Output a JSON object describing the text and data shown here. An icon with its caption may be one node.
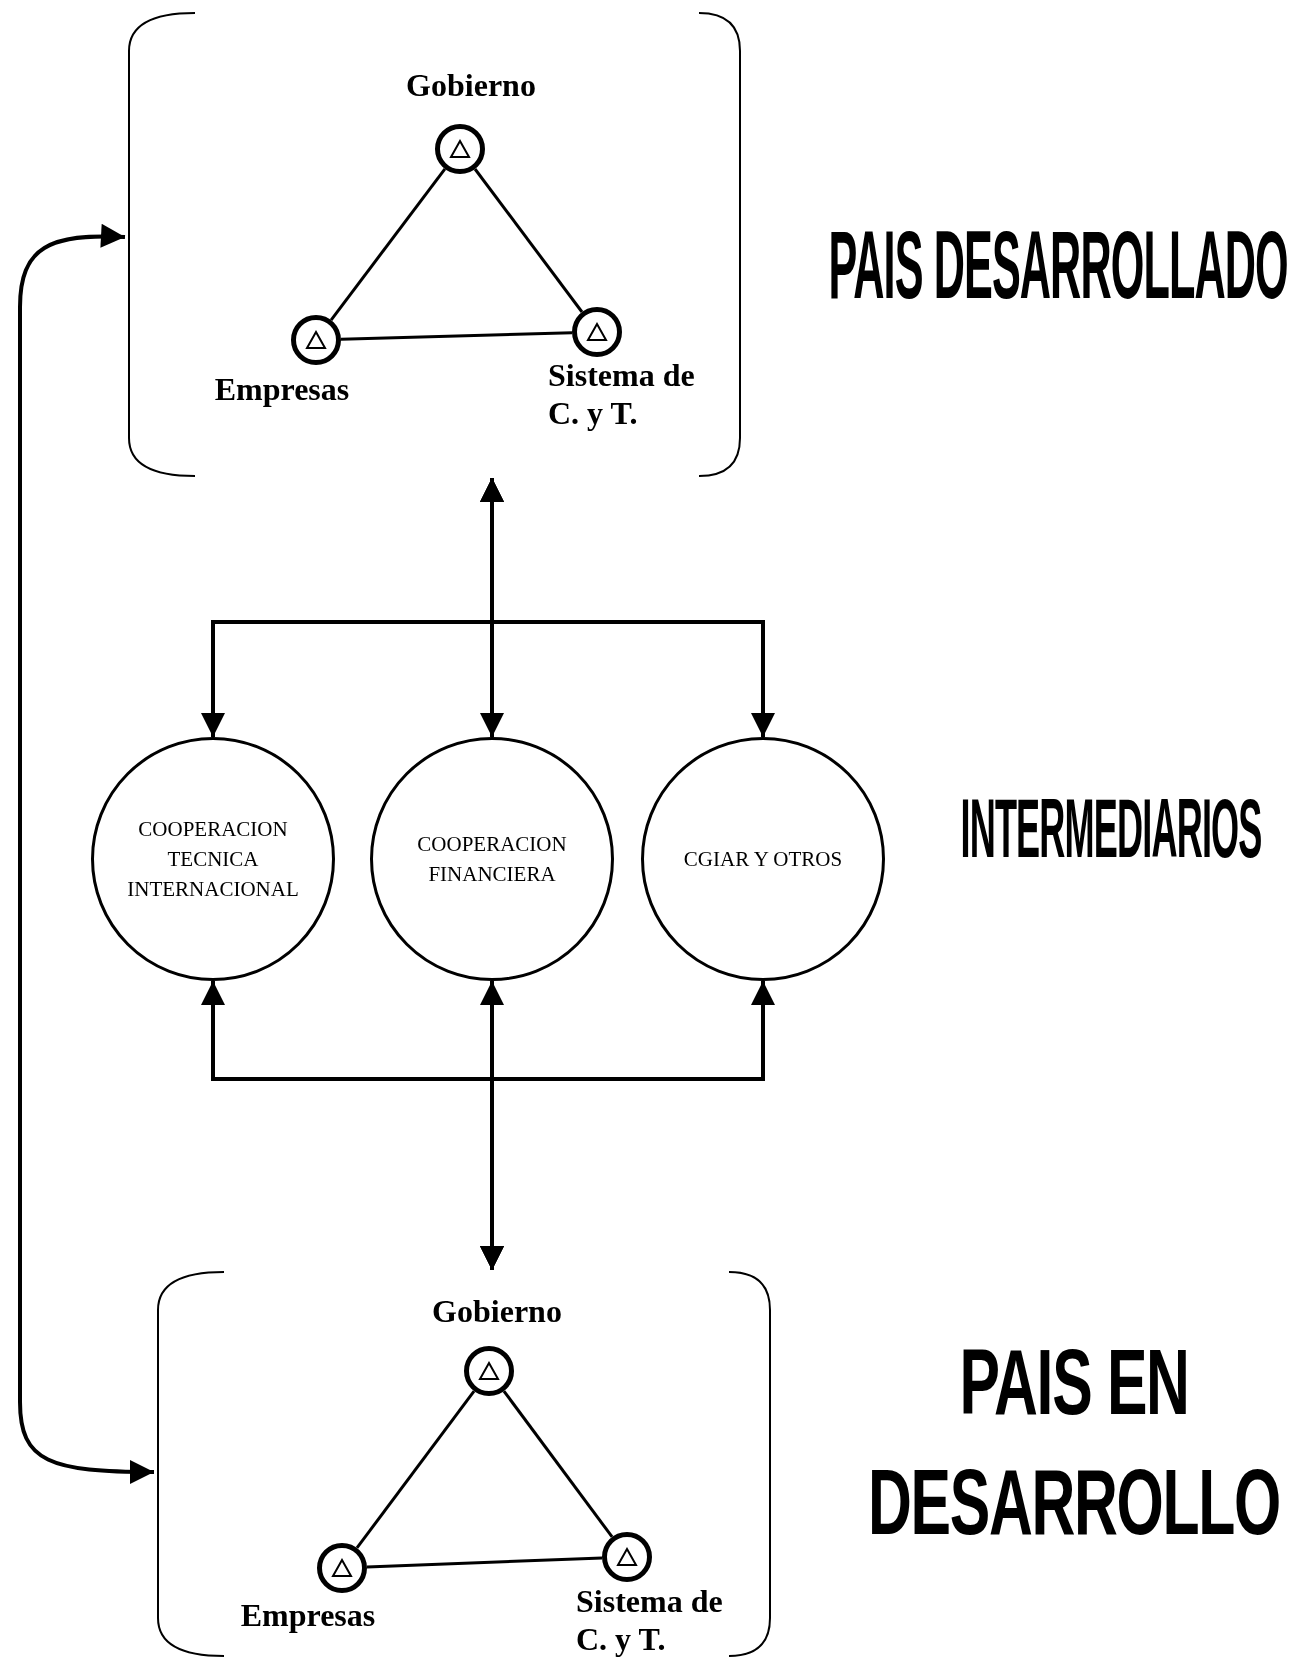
{
  "diagram": {
    "nodes": [
      {
        "text": [],
        "shape": "box"
      },
      {
        "text": [],
        "shape": "circle",
        "in": 0,
        "beside": [
          "Gobierno"
        ]
      },
      {
        "text": [],
        "shape": "circle",
        "in": 0,
        "beside": [
          "Empresas"
        ]
      },
      {
        "text": [],
        "shape": "circle",
        "in": 0,
        "beside": [
          "Sistema de C. y T."
        ]
      },
      {
        "text": [
          "COOPERACION TECNICA INTERNACIONAL"
        ]
      },
      {
        "text": [
          "COOPERACION FINANCIERA"
        ]
      },
      {
        "text": [
          "CGIAR Y OTROS"
        ]
      },
      {
        "text": [],
        "shape": "box"
      },
      {
        "text": [],
        "shape": "circle",
        "in": 7,
        "beside": [
          "Gobierno"
        ]
      },
      {
        "text": [],
        "shape": "circle",
        "in": 7,
        "beside": [
          "Empresas"
        ]
      },
      {
        "text": [],
        "shape": "circle",
        "in": 7,
        "beside": [
          "Sistema de C. y T."
        ]
      }
    ],
    "edges": [
      {
        "from": 1,
        "to": 2,
        "arrow": "none"
      },
      {
        "from": 1,
        "to": 3,
        "arrow": "none"
      },
      {
        "from": 2,
        "to": 3,
        "arrow": "none"
      },
      {
        "from": 0,
        "to": 4,
        "arrow": "both"
      },
      {
        "from": 0,
        "to": 5,
        "arrow": "both"
      },
      {
        "from": 0,
        "to": 6,
        "arrow": "both"
      },
      {
        "from": 7,
        "to": 4,
        "arrow": "both"
      },
      {
        "from": 7,
        "to": 5,
        "arrow": "both"
      },
      {
        "from": 7,
        "to": 6,
        "arrow": "both"
      },
      {
        "from": 8,
        "to": 9,
        "arrow": "none"
      },
      {
        "from": 8,
        "to": 10,
        "arrow": "none"
      },
      {
        "from": 9,
        "to": 10,
        "arrow": "none"
      },
      {
        "from": 0,
        "to": 7,
        "arrow": "both"
      }
    ],
    "labels": [
      "PAIS DESARROLLADO",
      "INTERMEDIARIOS",
      "PAIS EN DESARROLLO"
    ]
  }
}
